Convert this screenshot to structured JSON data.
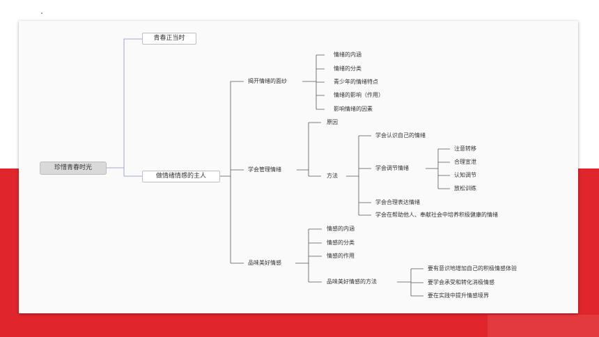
{
  "root": "珍惜青春时光",
  "level1": [
    "青春正当时",
    "做情绪情感的主人"
  ],
  "level2": [
    "揭开情绪的面纱",
    "学会管理情绪",
    "品味美好情感"
  ],
  "mask": [
    "情绪的内涵",
    "情绪的分类",
    "青少年的情绪特点",
    "情绪的影响（作用）",
    "影响情绪的因素"
  ],
  "manage": [
    "原因",
    "方法"
  ],
  "methods": [
    "学会认识自己的情绪",
    "学会调节情绪",
    "学会合理表达情绪",
    "学会在帮助他人、奉献社会中培养积极健康的情绪"
  ],
  "regulate": [
    "注意转移",
    "合理宣泄",
    "认知调节",
    "放松训练"
  ],
  "feeling": [
    "情感的内涵",
    "情感的分类",
    "情感的作用",
    "品味美好情感的方法"
  ],
  "feeling_methods": [
    "要有意识地增加自己的积极情感体验",
    "要学会承受和转化消极情感",
    "要在实践中提升情感境界"
  ],
  "colors": {
    "red": "#e0262c",
    "line": "#555555",
    "root_line": "#8a8fbf"
  }
}
